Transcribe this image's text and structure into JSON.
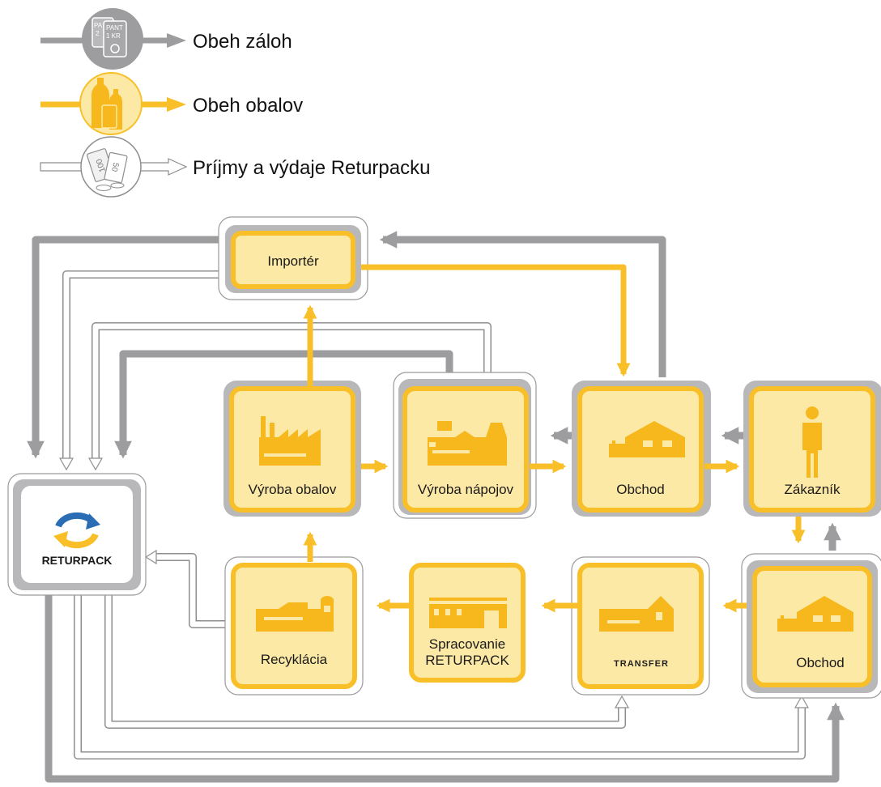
{
  "colors": {
    "deposit": "#9d9d9f",
    "packaging": "#f8bf28",
    "money": "#ffffff",
    "money_outline": "#8e8e8e",
    "node_fill": "#fde9a6",
    "icon": "#f6b81d",
    "arrow_blue": "#1f5f9e"
  },
  "legend": {
    "items": [
      {
        "label": "Obeh záloh",
        "icon": "deposit-cards-icon"
      },
      {
        "label": "Obeh obalov",
        "icon": "bottles-icon"
      },
      {
        "label": "Príjmy a výdaje Returpacku",
        "icon": "money-icon"
      }
    ],
    "deposit_card_texts": {
      "card1_line1": "PA",
      "card1_line2": "2",
      "card2_line1": "PANT",
      "card2_line2": "1 KR"
    },
    "money_texts": {
      "note1": "100",
      "note2": "50"
    }
  },
  "nodes": {
    "importer": {
      "label": "Importér"
    },
    "vyroba_obalov": {
      "label": "Výroba obalov",
      "icon": "factory-icon"
    },
    "vyroba_napojov": {
      "label": "Výroba nápojov",
      "icon": "bottling-plant-icon"
    },
    "obchod_top": {
      "label": "Obchod",
      "icon": "store-icon"
    },
    "zakaznik": {
      "label": "Zákazník",
      "icon": "person-icon"
    },
    "returpack": {
      "label": "RETURPACK",
      "icon": "recycle-arrows-icon"
    },
    "recyklacia": {
      "label": "Recyklácia",
      "icon": "recycling-plant-icon"
    },
    "spracovanie": {
      "label_line1": "Spracovanie",
      "label_line2": "RETURPACK",
      "icon": "processing-plant-icon"
    },
    "transfer": {
      "label": "TRANSFER",
      "icon": "warehouse-icon"
    },
    "obchod_bottom": {
      "label": "Obchod",
      "icon": "store-icon"
    }
  }
}
